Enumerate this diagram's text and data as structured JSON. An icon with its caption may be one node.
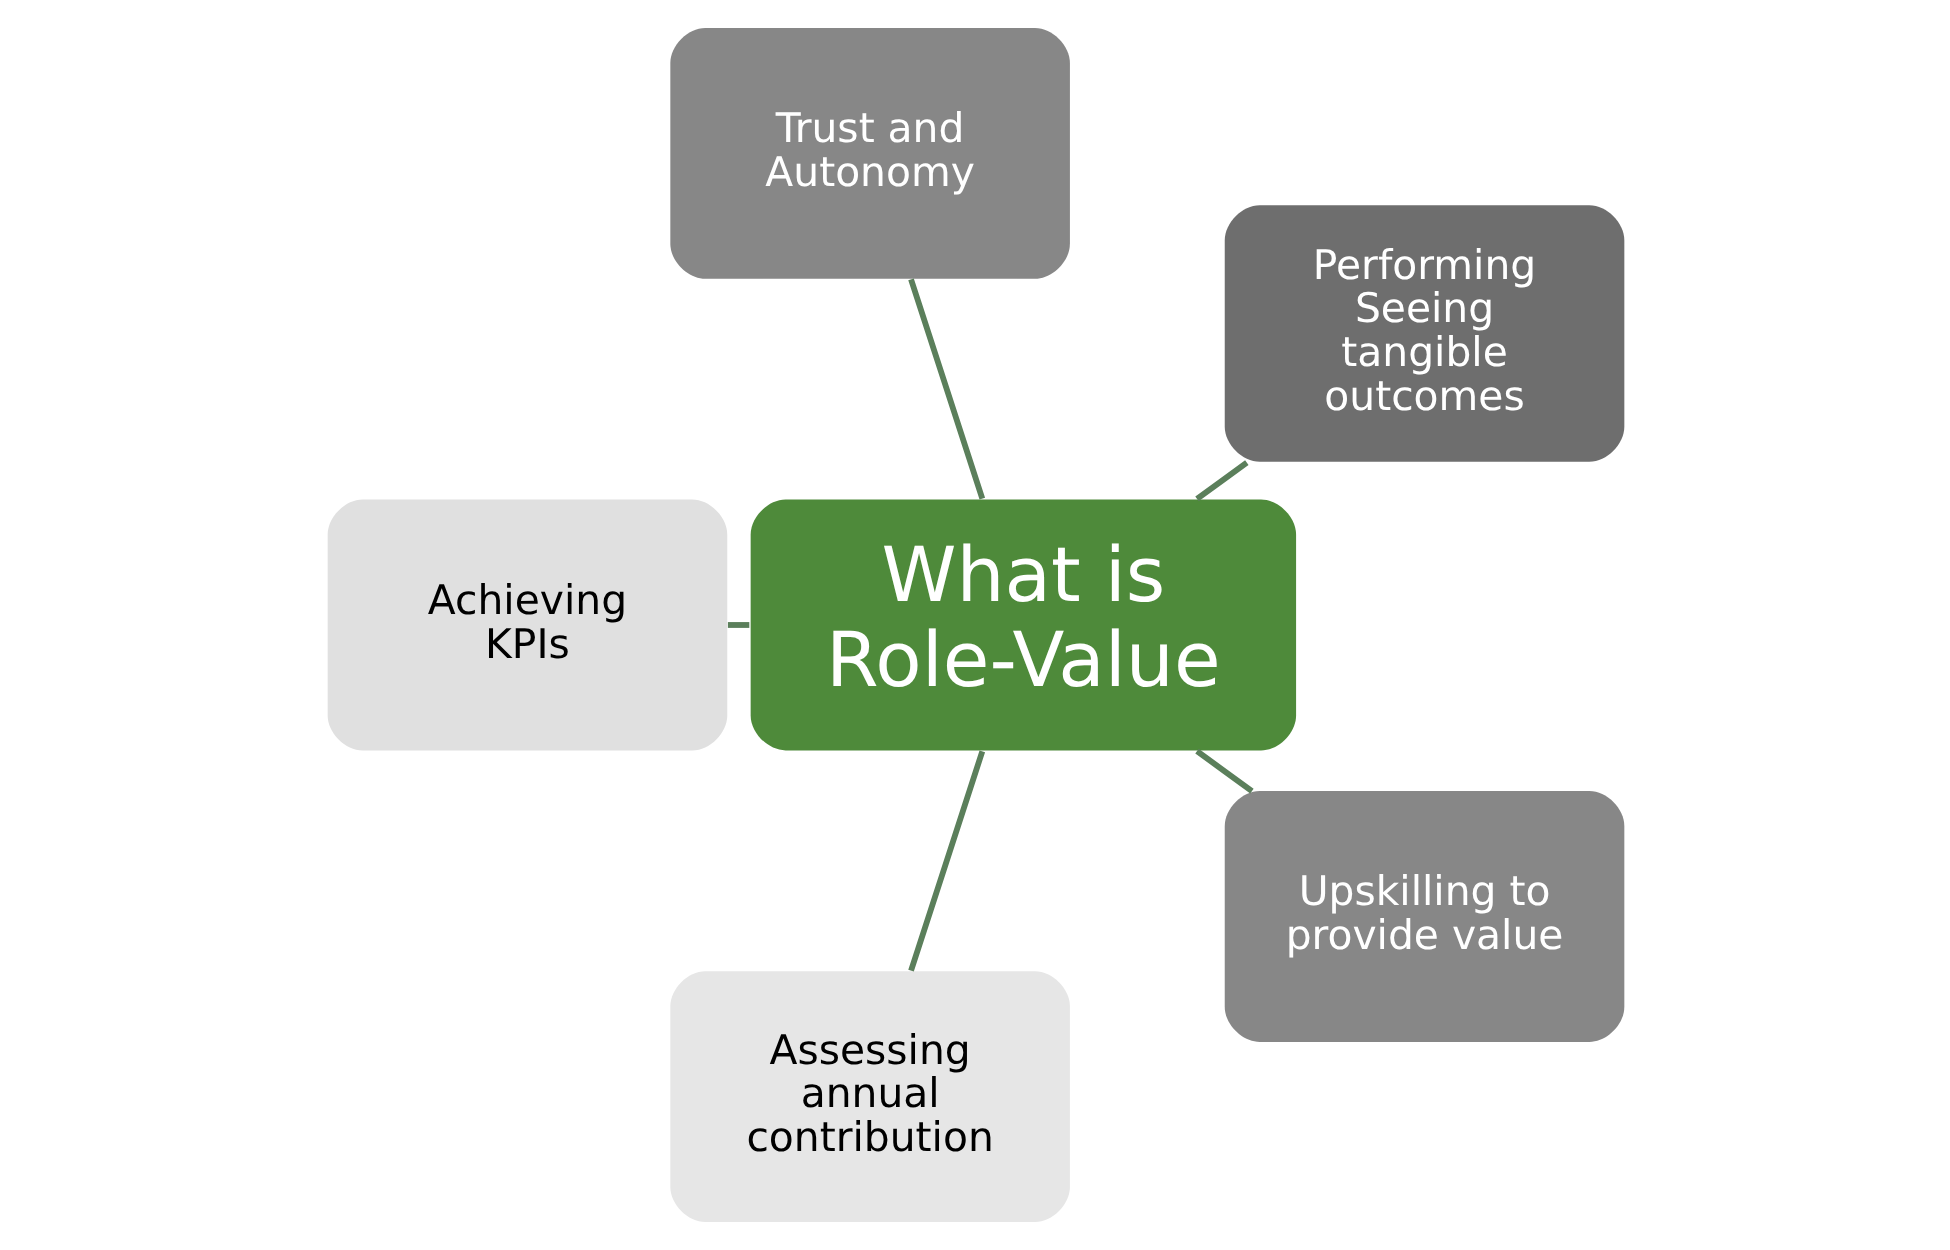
{
  "diagram": {
    "nodes": [
      {
        "text": [
          "What is Role-Value"
        ]
      },
      {
        "text": [
          "Performing Seeing tangible outcomes"
        ]
      },
      {
        "text": [
          "Trust and Autonomy"
        ]
      },
      {
        "text": [
          "Achieving KPIs"
        ]
      },
      {
        "text": [
          "Assessing annual contribution"
        ]
      },
      {
        "text": [
          "Upskilling to provide value"
        ]
      }
    ],
    "edges": [
      {
        "from": 0,
        "to": 1,
        "arrow": "none"
      },
      {
        "from": 0,
        "to": 2,
        "arrow": "none"
      },
      {
        "from": 0,
        "to": 3,
        "arrow": "none"
      },
      {
        "from": 0,
        "to": 4,
        "arrow": "none"
      },
      {
        "from": 0,
        "to": 5,
        "arrow": "none"
      }
    ]
  }
}
